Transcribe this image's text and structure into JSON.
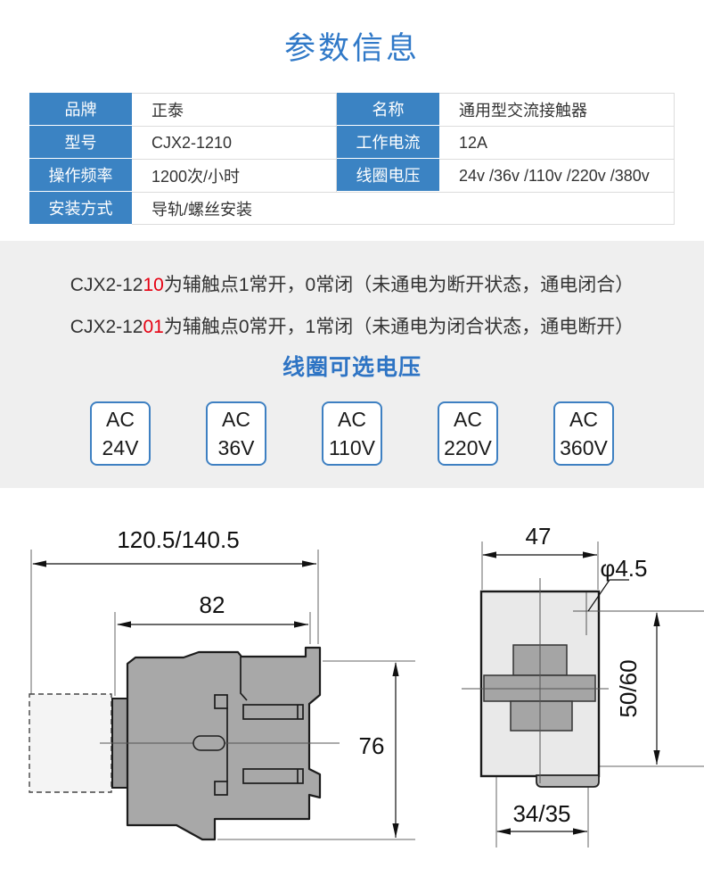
{
  "title": "参数信息",
  "spec_table": {
    "left_rows": [
      {
        "label": "品牌",
        "value": "正泰"
      },
      {
        "label": "型号",
        "value": "CJX2-1210"
      },
      {
        "label": "操作频率",
        "value": "1200次/小时"
      },
      {
        "label": "安装方式",
        "value": "导轨/螺丝安装"
      }
    ],
    "right_rows": [
      {
        "label": "名称",
        "value": "通用型交流接触器"
      },
      {
        "label": "工作电流",
        "value": "12A"
      },
      {
        "label": "线圈电压",
        "value": "24v /36v /110v /220v /380v"
      }
    ]
  },
  "notes": [
    {
      "model_prefix": "CJX2-12",
      "model_highlight": "10",
      "text": "为辅触点1常开，0常闭（未通电为断开状态，通电闭合）"
    },
    {
      "model_prefix": "CJX2-12",
      "model_highlight": "01",
      "text": "为辅触点0常开，1常闭（未通电为闭合状态，通电断开）"
    }
  ],
  "voltage_section": {
    "heading": "线圈可选电压",
    "options": [
      {
        "line1": "AC",
        "line2": "24V"
      },
      {
        "line1": "AC",
        "line2": "36V"
      },
      {
        "line1": "AC",
        "line2": "110V"
      },
      {
        "line1": "AC",
        "line2": "220V"
      },
      {
        "line1": "AC",
        "line2": "360V"
      }
    ]
  },
  "drawings": {
    "side_view": {
      "total_width_dim": "120.5/140.5",
      "body_width_dim": "82",
      "height_dim": "76"
    },
    "front_view": {
      "width_dim": "47",
      "hole_dim": "φ4.5",
      "height_dim": "50/60",
      "mounting_width_dim": "34/35"
    }
  },
  "colors": {
    "accent_blue": "#3079c8",
    "table_header_blue": "#3b83c3",
    "highlight_red": "#e60012",
    "section_gray": "#efefef"
  }
}
